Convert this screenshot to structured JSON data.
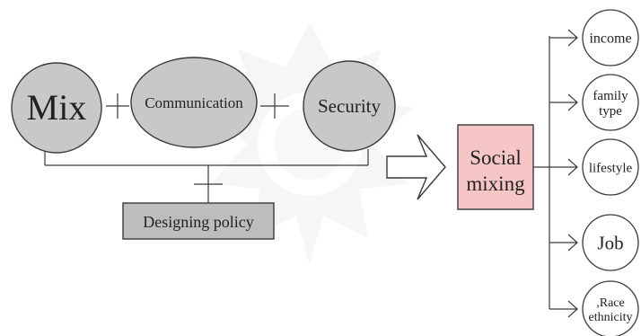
{
  "diagram": {
    "colors": {
      "node_fill": "#c8c8c8",
      "policy_fill": "#bdbdbd",
      "result_fill": "#f6c6c6",
      "stroke": "#3a3a3a",
      "text": "#222222",
      "watermark": "#efefef"
    },
    "nodes": {
      "mix": "Mix",
      "communication": "Communication",
      "security": "Security",
      "policy": "Designing policy",
      "social_line1": "Social",
      "social_line2": "mixing"
    },
    "outcomes": [
      {
        "lines": [
          "income"
        ]
      },
      {
        "lines": [
          "family",
          "type"
        ]
      },
      {
        "lines": [
          "lifestyle"
        ]
      },
      {
        "lines": [
          "Job"
        ]
      },
      {
        "lines": [
          ",Race",
          "ethnicity"
        ]
      }
    ],
    "watermark": "decorative-emblem"
  }
}
